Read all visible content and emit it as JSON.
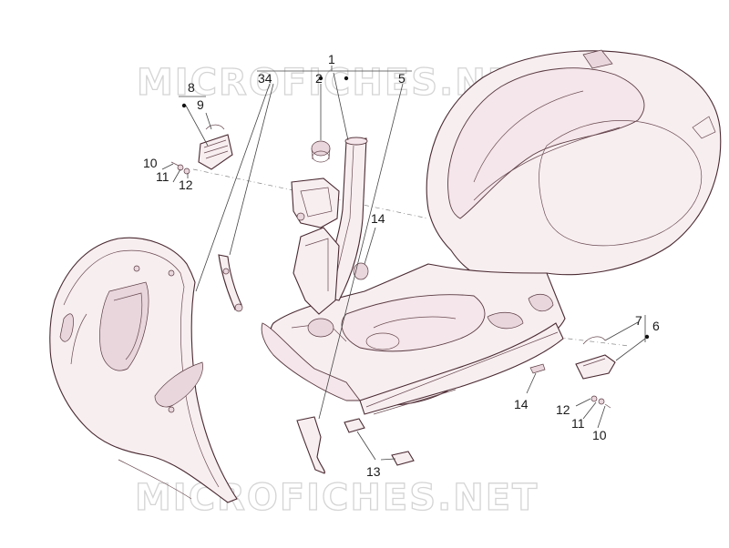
{
  "watermark": {
    "text": "MICROFICHES.NET"
  },
  "callouts": [
    {
      "id": "c1",
      "label": "1"
    },
    {
      "id": "c2",
      "label": "2"
    },
    {
      "id": "c3",
      "label": "34"
    },
    {
      "id": "c5",
      "label": "5"
    },
    {
      "id": "c6",
      "label": "6"
    },
    {
      "id": "c7",
      "label": "7"
    },
    {
      "id": "c8",
      "label": "8"
    },
    {
      "id": "c9",
      "label": "9"
    },
    {
      "id": "c10a",
      "label": "10"
    },
    {
      "id": "c11a",
      "label": "11"
    },
    {
      "id": "c12a",
      "label": "12"
    },
    {
      "id": "c10b",
      "label": "10"
    },
    {
      "id": "c11b",
      "label": "11"
    },
    {
      "id": "c12b",
      "label": "12"
    },
    {
      "id": "c13",
      "label": "13"
    },
    {
      "id": "c14a",
      "label": "14"
    },
    {
      "id": "c14b",
      "label": "14"
    }
  ],
  "colors": {
    "line": "#4a2a32",
    "fill": "#f7eef0",
    "watermark": "#d4d4d4"
  }
}
